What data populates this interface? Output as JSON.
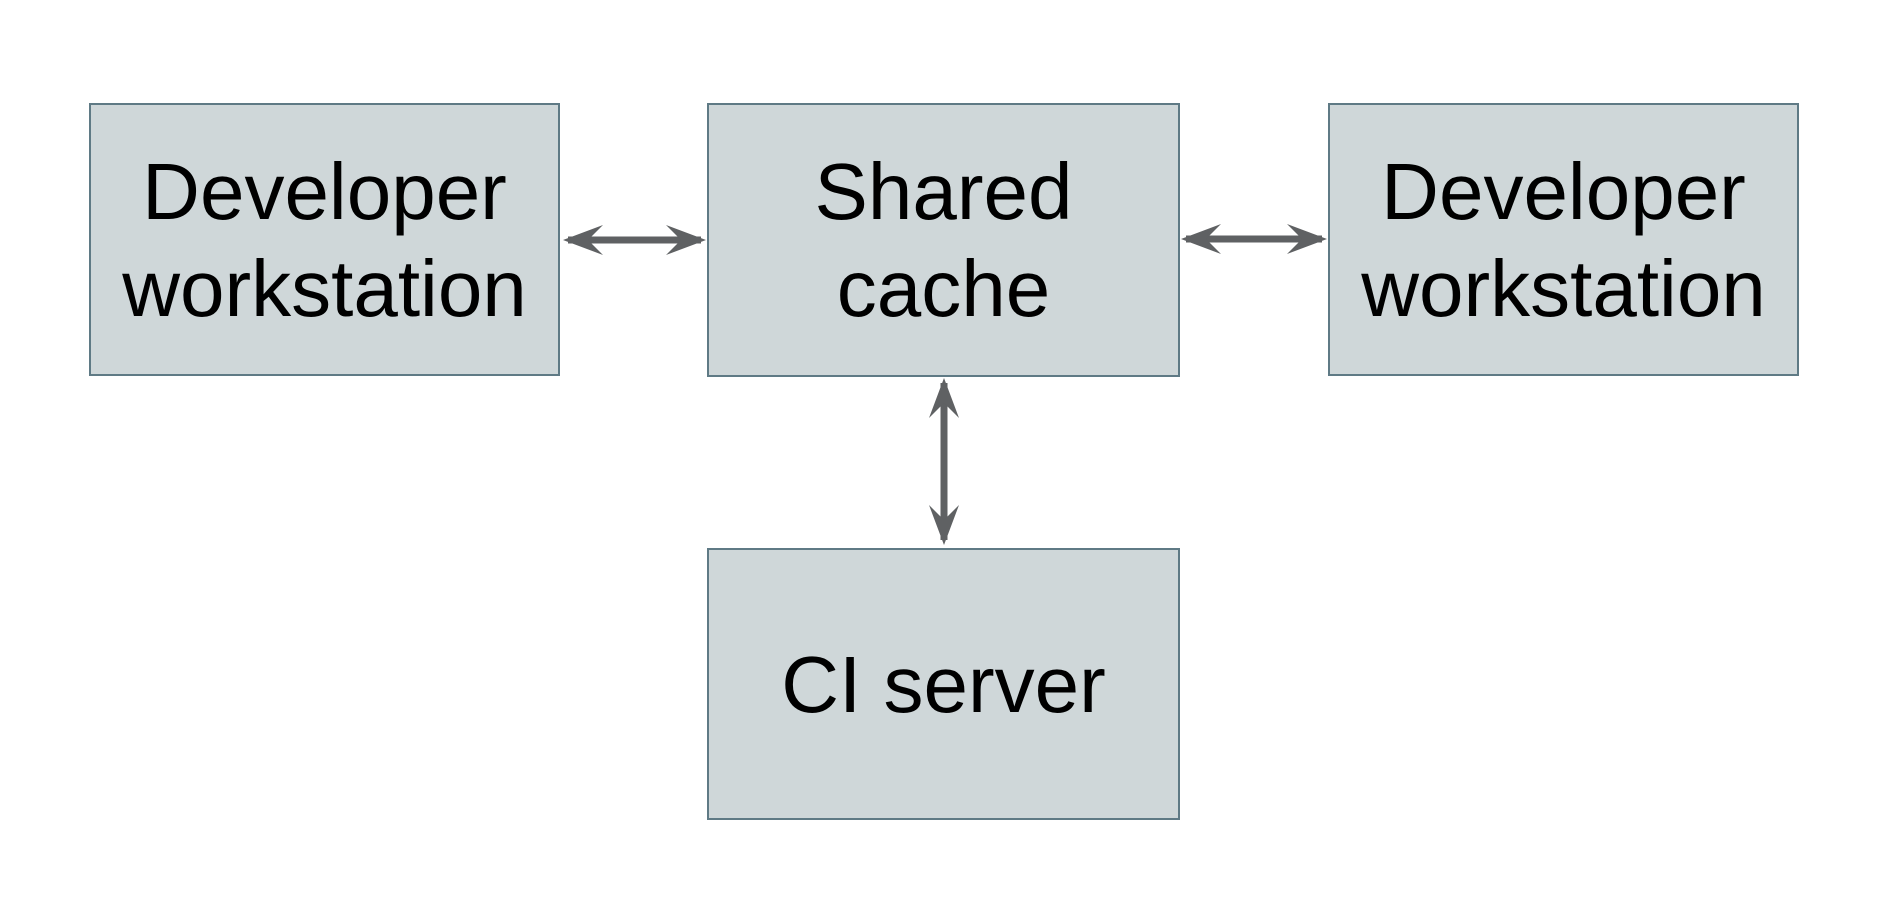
{
  "diagram": {
    "nodes": [
      {
        "id": "developer-workstation-left",
        "label": "Developer workstation"
      },
      {
        "id": "shared-cache",
        "label": "Shared cache"
      },
      {
        "id": "developer-workstation-right",
        "label": "Developer workstation"
      },
      {
        "id": "ci-server",
        "label": "CI server"
      }
    ],
    "edges": [
      {
        "from": "developer-workstation-left",
        "to": "shared-cache",
        "direction": "bidirectional"
      },
      {
        "from": "shared-cache",
        "to": "developer-workstation-right",
        "direction": "bidirectional"
      },
      {
        "from": "shared-cache",
        "to": "ci-server",
        "direction": "bidirectional"
      }
    ],
    "colors": {
      "node_fill": "#cfd7d9",
      "node_border": "#5f7a85",
      "arrow": "#5f6163",
      "text": "#000000",
      "background": "#ffffff"
    }
  }
}
